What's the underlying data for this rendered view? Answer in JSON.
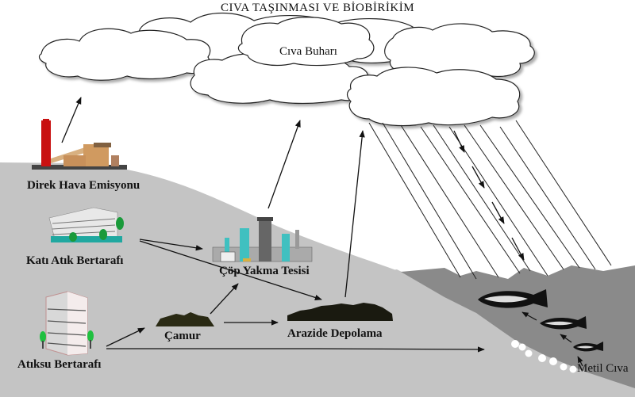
{
  "title": "CIVA TAŞINMASI VE BİOBİRİKİM",
  "labels": {
    "cloud": "Cıva Buharı",
    "direct_emission": "Direk Hava Emisyonu",
    "solid_waste": "Katı Atık Bertarafı",
    "wastewater": "Atıksu Bertarafı",
    "incinerator": "Çöp Yakma Tesisi",
    "sludge": "Çamur",
    "landfill": "Arazide Depolama",
    "methyl_mercury": "Metil Cıva"
  },
  "colors": {
    "sky": "#ffffff",
    "land": "#c4c4c4",
    "water": "#8a8a8a",
    "deposit": "#1a1a10",
    "chimney": "#c81010",
    "cloud_outline": "#222222",
    "arrow": "#111111"
  },
  "flows": [
    {
      "from": "Direk Hava Emisyonu",
      "to": "Cıva Buharı"
    },
    {
      "from": "Katı Atık Bertarafı",
      "to": "Çöp Yakma Tesisi"
    },
    {
      "from": "Katı Atık Bertarafı",
      "to": "Arazide Depolama"
    },
    {
      "from": "Atıksu Bertarafı",
      "to": "Çamur"
    },
    {
      "from": "Atıksu Bertarafı",
      "to": "Metil Cıva"
    },
    {
      "from": "Çamur",
      "to": "Çöp Yakma Tesisi"
    },
    {
      "from": "Çamur",
      "to": "Arazide Depolama"
    },
    {
      "from": "Çöp Yakma Tesisi",
      "to": "Cıva Buharı"
    },
    {
      "from": "Arazide Depolama",
      "to": "Cıva Buharı"
    },
    {
      "from": "Cıva Buharı",
      "to": "Metil Cıva"
    }
  ]
}
